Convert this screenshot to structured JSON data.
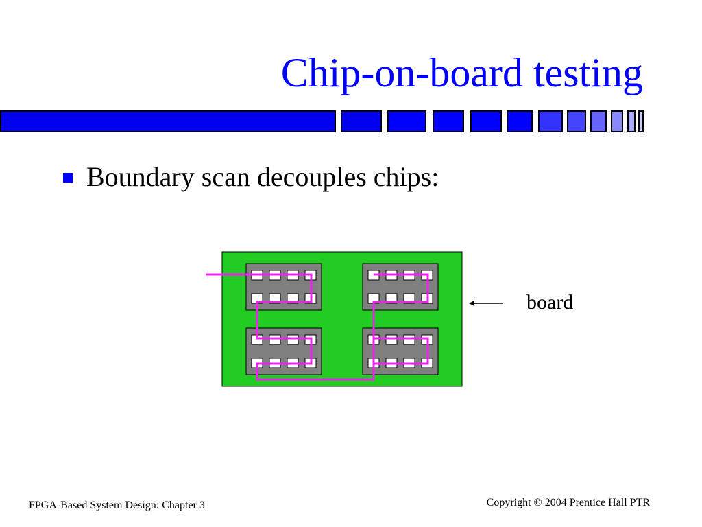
{
  "slide": {
    "title": "Chip-on-board testing",
    "bullets": [
      "Boundary scan decouples chips:"
    ],
    "diagram": {
      "board_label": "board",
      "colors": {
        "board": "#22cc22",
        "chip": "#808080",
        "scan_path": "#ee22ee",
        "title_bar": "#0000ff"
      }
    },
    "footer": {
      "left": "FPGA-Based System Design: Chapter 3",
      "right": "Copyright © 2004 Prentice Hall PTR"
    }
  }
}
